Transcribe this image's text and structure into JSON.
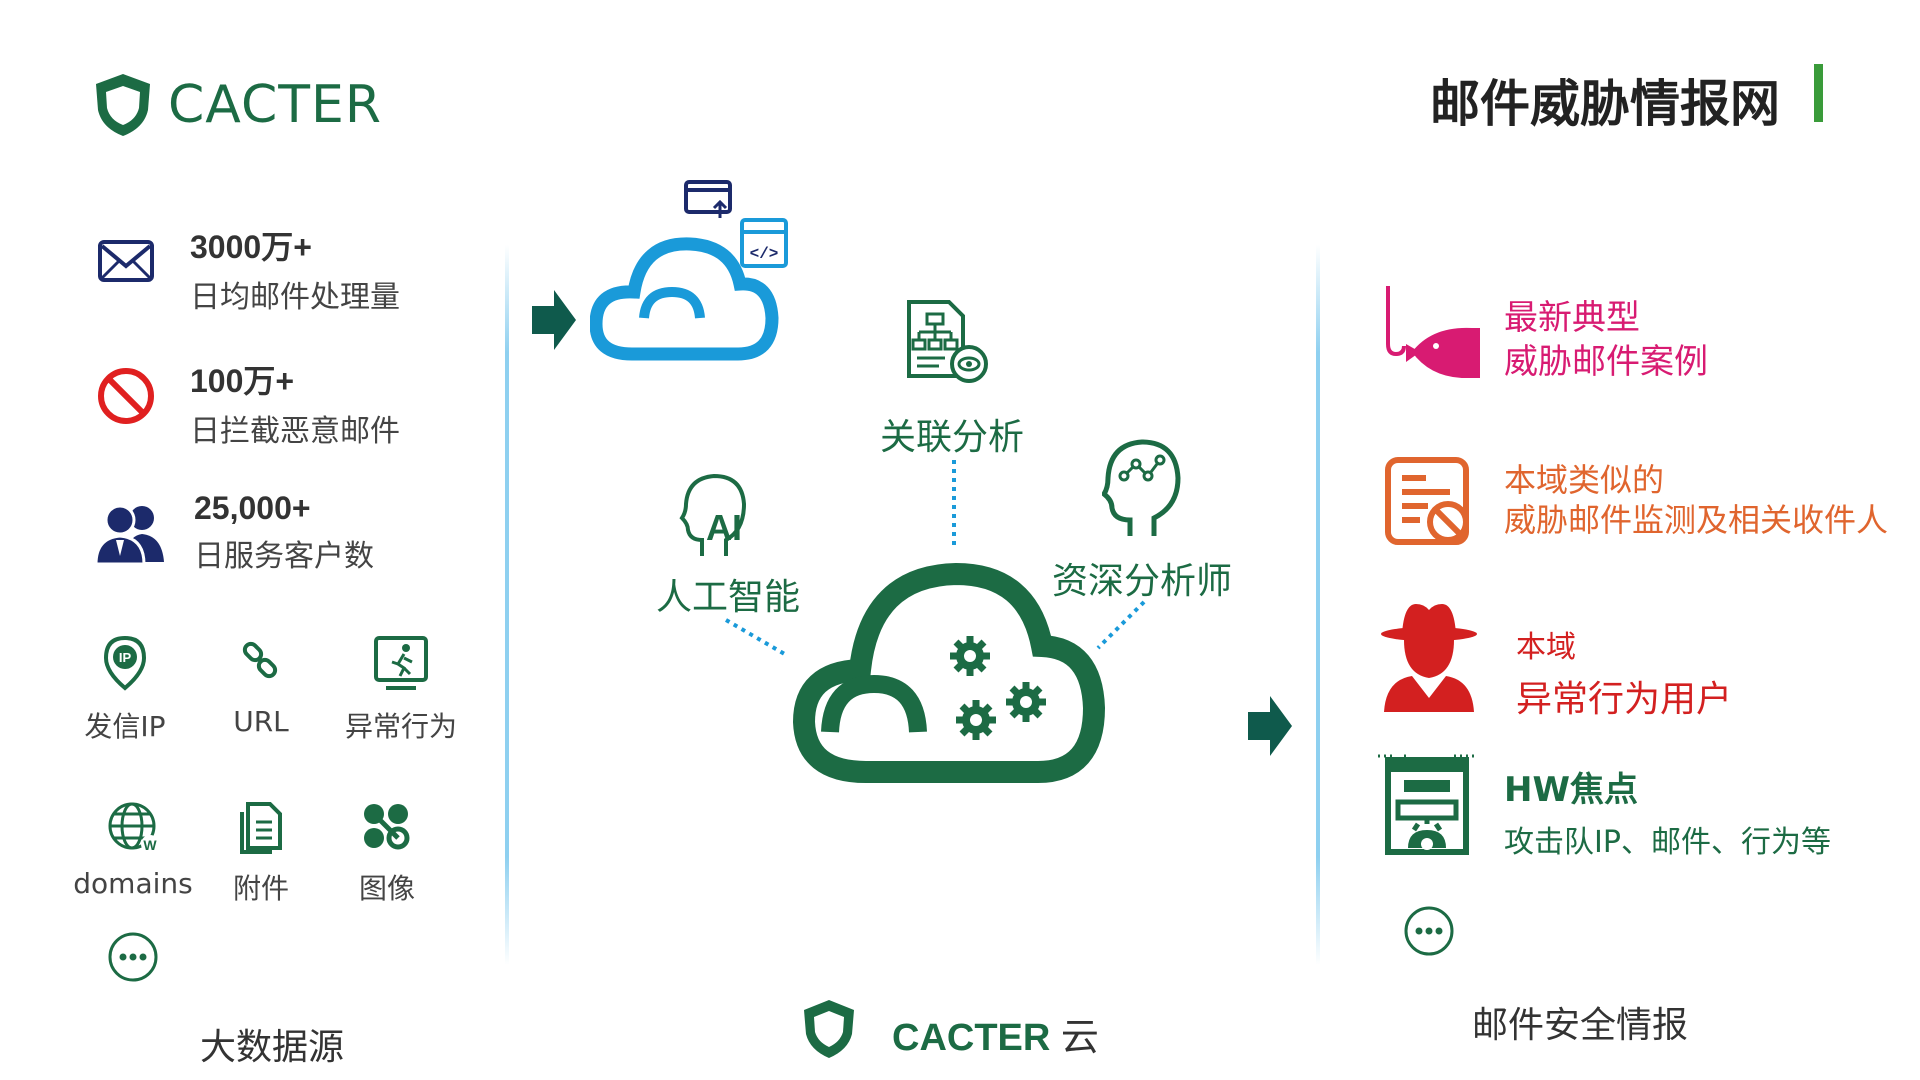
{
  "header": {
    "logo_text": "CACTER",
    "title": "邮件威胁情报网"
  },
  "left": {
    "stats": [
      {
        "value": "3000万+",
        "label": "日均邮件处理量",
        "icon": "mail-icon"
      },
      {
        "value": "100万+",
        "label": "日拦截恶意邮件",
        "icon": "block-icon"
      },
      {
        "value": "25,000+",
        "label": "日服务客户数",
        "icon": "users-icon"
      }
    ],
    "sources": [
      {
        "label": "发信IP",
        "icon": "ip-pin-icon"
      },
      {
        "label": "URL",
        "icon": "link-icon"
      },
      {
        "label": "异常行为",
        "icon": "behavior-icon"
      },
      {
        "label": "domains",
        "icon": "globe-icon"
      },
      {
        "label": "附件",
        "icon": "attachment-icon"
      },
      {
        "label": "图像",
        "icon": "image-icon"
      }
    ],
    "more_icon": "more-icon",
    "footer": "大数据源"
  },
  "center": {
    "labels": {
      "correlation": "关联分析",
      "ai": "人工智能",
      "analyst": "资深分析师"
    },
    "footer_brand": "CACTER",
    "footer_suffix": "云"
  },
  "right": {
    "items": [
      {
        "line1": "最新典型",
        "line2": "威胁邮件案例",
        "color": "#d81b72",
        "icon": "phishing-icon"
      },
      {
        "line1": "本域类似的",
        "line2": "威胁邮件监测及相关收件人",
        "color": "#e0652e",
        "icon": "document-block-icon"
      },
      {
        "line1": "本域",
        "line2": "异常行为用户",
        "color": "#d32020",
        "icon": "spy-icon"
      },
      {
        "line1": "HW焦点",
        "line2": "攻击队IP、邮件、行为等",
        "color": "#1c6b44",
        "icon": "shop-gear-icon"
      }
    ],
    "more_icon": "more-icon",
    "footer": "邮件安全情报"
  },
  "colors": {
    "brand_green": "#1c6b44",
    "cloud_blue": "#1a9ad9",
    "navy": "#1c2a6b",
    "divider": "#8ed0f0"
  }
}
